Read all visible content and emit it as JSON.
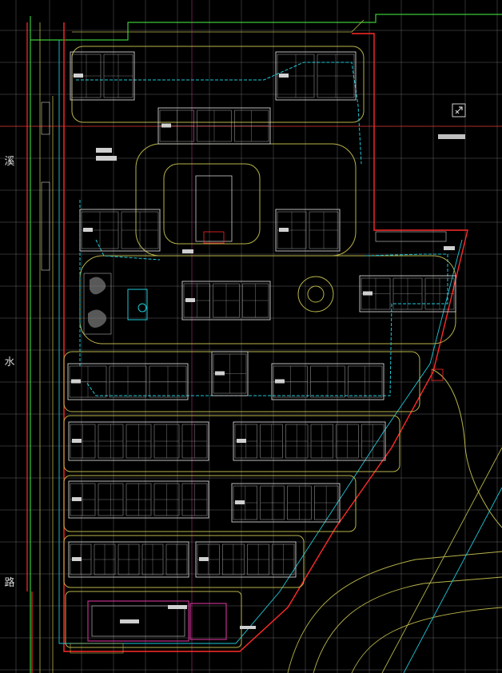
{
  "road_name": {
    "chars": [
      "溪",
      "水",
      "路"
    ]
  },
  "colors": {
    "background": "#000000",
    "grid": "#8a8a8a",
    "site_boundary": "#ff2a2a",
    "road_edge": "#39c83a",
    "inner_road": "#b8b34a",
    "building_outline": "#cfcfcf",
    "setback_line": "#1ec8d8",
    "landscape_line": "#7a3ab0",
    "pipe_line": "#4060ff",
    "magenta_block": "#c0308c"
  },
  "icons": [
    "north-arrow-icon"
  ]
}
